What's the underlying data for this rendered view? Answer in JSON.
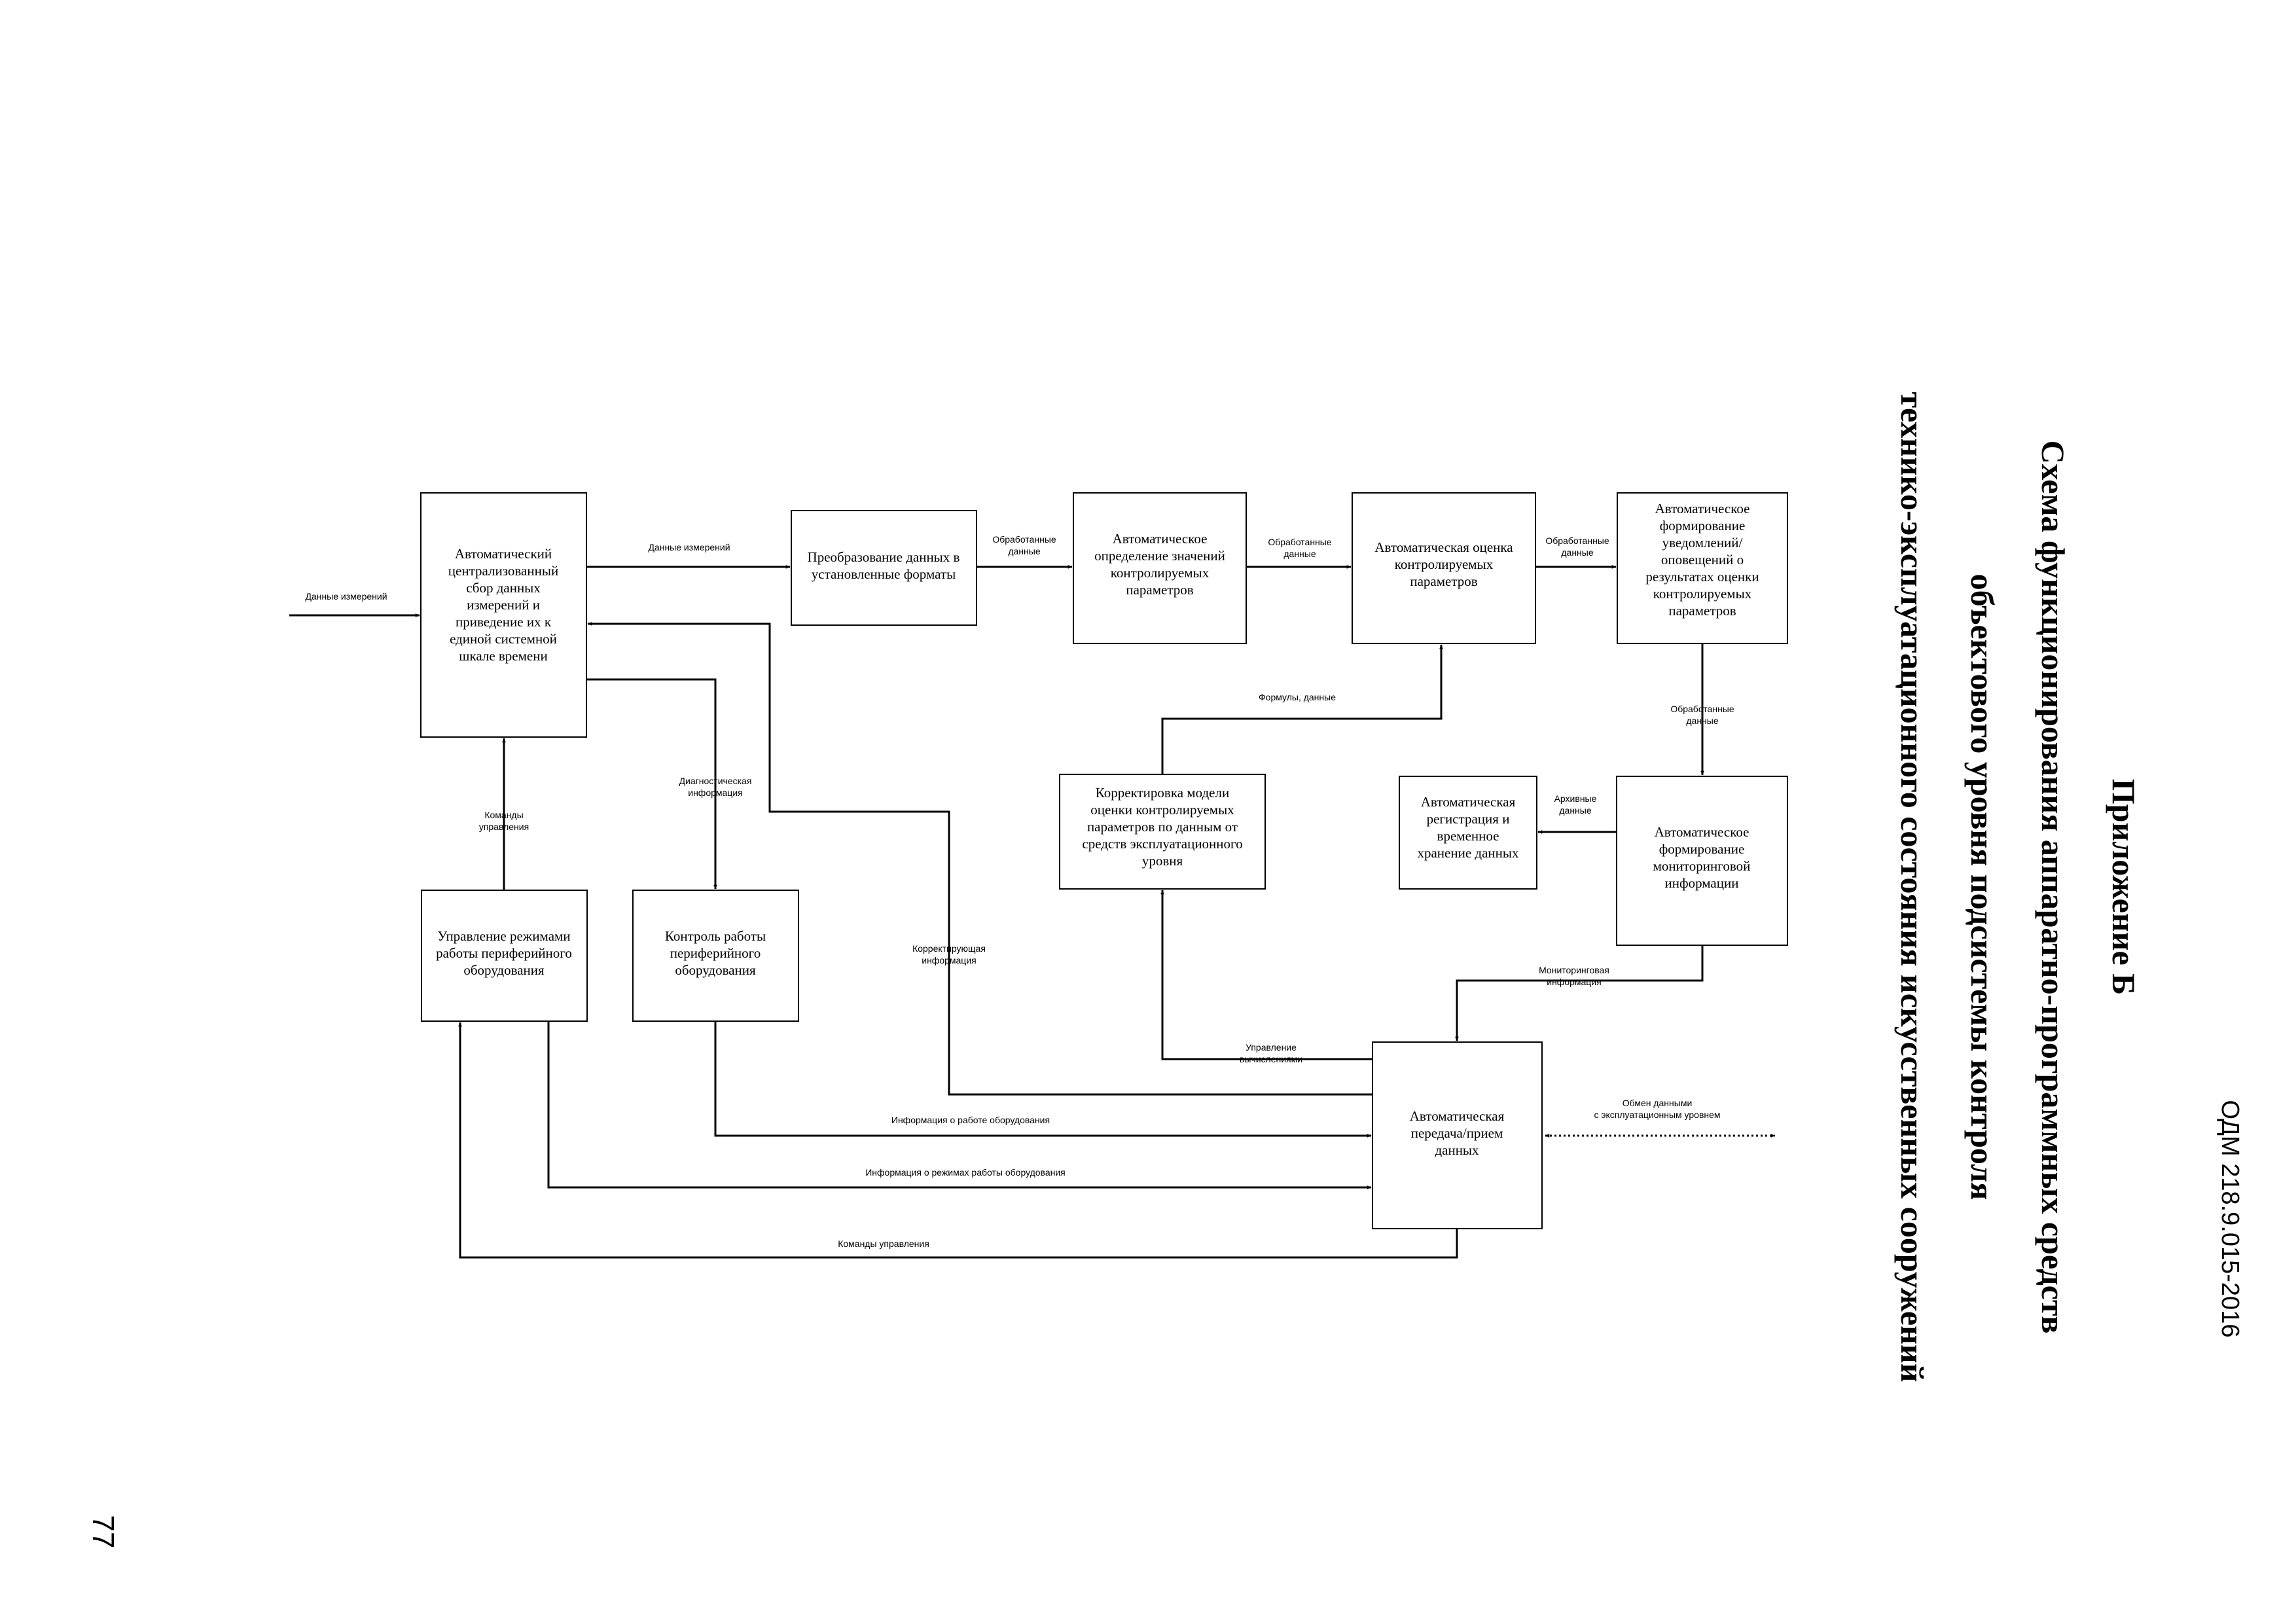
{
  "doc_code": "ОДМ 218.9.015-2016",
  "page_number": "77",
  "heading": {
    "appendix": "Приложение Б",
    "line1": "Схема функционирования аппаратно-программных средств",
    "line2": "объектового уровня подсистемы контроля",
    "line3": "технико-эксплуатационного состояния искусственных сооружений"
  },
  "blocks": {
    "collect": [
      "Автоматический",
      "централизованный",
      "сбор данных",
      "измерений и",
      "приведение их к",
      "единой системной",
      "шкале времени"
    ],
    "convert": [
      "Преобразование данных в",
      "установленные форматы"
    ],
    "determine": [
      "Автоматическое",
      "определение значений",
      "контролируемых",
      "параметров"
    ],
    "evaluate": [
      "Автоматическая оценка",
      "контролируемых",
      "параметров"
    ],
    "notify": [
      "Автоматическое",
      "формирование",
      "уведомлений/",
      "оповещений о",
      "результатах оценки",
      "контролируемых",
      "параметров"
    ],
    "correct": [
      "Корректировка модели",
      "оценки контролируемых",
      "параметров по данным от",
      "средств эксплуатационного",
      "уровня"
    ],
    "register": [
      "Автоматическая",
      "регистрация и",
      "временное",
      "хранение данных"
    ],
    "monitoring": [
      "Автоматическое",
      "формирование",
      "мониторинговой",
      "информации"
    ],
    "modes": [
      "Управление режимами",
      "работы периферийного",
      "оборудования"
    ],
    "control": [
      "Контроль работы",
      "периферийного",
      "оборудования"
    ],
    "transfer": [
      "Автоматическая",
      "передача/прием",
      "данных"
    ]
  },
  "labels": {
    "input": "Данные измерений",
    "collect_to_convert": "Данные измерений",
    "convert_to_determine": [
      "Обработанные",
      "данные"
    ],
    "determine_to_evaluate": [
      "Обработанные",
      "данные"
    ],
    "evaluate_to_notify": [
      "Обработанные",
      "данные"
    ],
    "notify_to_monitoring": [
      "Обработанные",
      "данные"
    ],
    "formulas": "Формулы, данные",
    "archive": [
      "Архивные",
      "данные"
    ],
    "diagnostic": [
      "Диагностическая",
      "информация"
    ],
    "commands_up": [
      "Команды",
      "управления"
    ],
    "corrective": [
      "Корректирующая",
      "информация"
    ],
    "monitoring_info": [
      "Мониторинговая",
      "информация"
    ],
    "compute_control": [
      "Управление",
      "вычислениями"
    ],
    "exchange": [
      "Обмен данными",
      "с эксплуатационным уровнем"
    ],
    "equipment_info": "Информация о работе оборудования",
    "modes_info": "Информация о режимах работы оборудования",
    "commands_bottom": "Команды управления"
  }
}
